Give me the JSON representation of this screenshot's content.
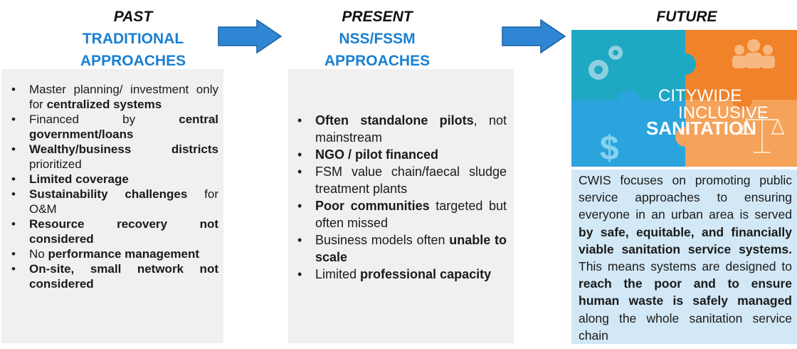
{
  "past": {
    "era": "PAST",
    "subtitle_lines": [
      "TRADITIONAL",
      "APPROACHES"
    ],
    "items": [
      [
        {
          "t": "Master planning/ investment only for ",
          "b": false
        },
        {
          "t": "centralized systems",
          "b": true
        }
      ],
      [
        {
          "t": "Financed by ",
          "b": false
        },
        {
          "t": "central government/loans",
          "b": true
        }
      ],
      [
        {
          "t": "Wealthy/business districts",
          "b": true
        },
        {
          "t": " prioritized",
          "b": false
        }
      ],
      [
        {
          "t": "Limited coverage",
          "b": true
        }
      ],
      [
        {
          "t": "Sustainability challenges",
          "b": true
        },
        {
          "t": " for O&M",
          "b": false
        }
      ],
      [
        {
          "t": "Resource recovery not considered",
          "b": true
        }
      ],
      [
        {
          "t": "No ",
          "b": false
        },
        {
          "t": "performance management",
          "b": true
        }
      ],
      [
        {
          "t": "On-site, small network not considered",
          "b": true
        }
      ]
    ]
  },
  "present": {
    "era": "PRESENT",
    "subtitle_lines": [
      "NSS/FSSM",
      "APPROACHES"
    ],
    "items": [
      [
        {
          "t": "Often standalone pilots",
          "b": true
        },
        {
          "t": ", not mainstream",
          "b": false
        }
      ],
      [
        {
          "t": "NGO / pilot financed",
          "b": true
        }
      ],
      [
        {
          "t": "FSM value chain/faecal sludge treatment plants",
          "b": false
        }
      ],
      [
        {
          "t": "Poor communities",
          "b": true
        },
        {
          "t": " targeted but often missed",
          "b": false
        }
      ],
      [
        {
          "t": "Business models often ",
          "b": false
        },
        {
          "t": "unable to scale",
          "b": true
        }
      ],
      [
        {
          "t": "Limited ",
          "b": false
        },
        {
          "t": "professional capacity",
          "b": true
        }
      ]
    ]
  },
  "future": {
    "era": "FUTURE",
    "logo_line1": "CITYWIDE",
    "logo_line2": "INCLUSIVE",
    "logo_line3": "SANITATION",
    "description": [
      {
        "t": "CWIS focuses on promoting public service approaches to ensuring everyone in an urban area is served ",
        "b": false
      },
      {
        "t": "by safe, equitable, and financially viable sanitation service systems.",
        "b": true
      },
      {
        "t": " This means systems are designed to ",
        "b": false
      },
      {
        "t": "reach the poor and to ensure human waste is safely managed",
        "b": true
      },
      {
        "t": " along the whole sanitation service chain",
        "b": false
      }
    ]
  },
  "colors": {
    "accent_blue": "#1a7fd1",
    "arrow_blue": "#2e86d4",
    "panel_gray": "#f0f0f0",
    "future_box": "#d3e8f6",
    "puzzle_teal": "#1fa8c4",
    "puzzle_orange": "#f0822a",
    "puzzle_blue": "#2ba3dc",
    "puzzle_light_orange": "#f5a25a"
  }
}
